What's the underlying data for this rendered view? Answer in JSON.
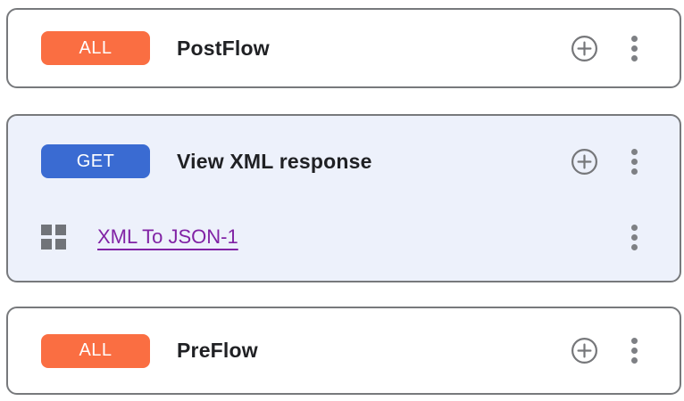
{
  "colors": {
    "badge_all": "#fa6e42",
    "badge_get": "#3a6bd2",
    "selected_card_bg": "#edf1fb",
    "card_border": "#77797c",
    "policy_link": "#8123a5",
    "icon_gray": "#7e8084",
    "title_text": "#202124"
  },
  "icons": {
    "add": "plus-circle-icon",
    "menu": "three-dot-vertical-icon",
    "drag": "grid-handle-icon"
  },
  "cards": [
    {
      "badge": "ALL",
      "badge_color": "#fa6e42",
      "title": "PostFlow"
    },
    {
      "badge": "GET",
      "badge_color": "#3a6bd2",
      "title": "View XML response",
      "selected": true,
      "policies": [
        {
          "name": "XML To JSON-1"
        }
      ]
    },
    {
      "badge": "ALL",
      "badge_color": "#fa6e42",
      "title": "PreFlow"
    }
  ]
}
